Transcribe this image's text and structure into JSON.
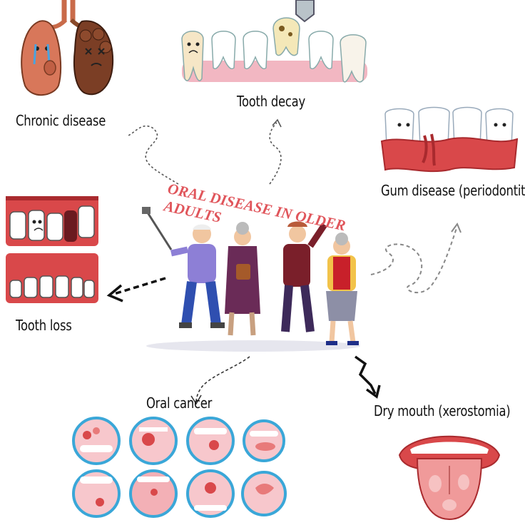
{
  "title": "ORAL DISEASE IN OLDER ADULTS",
  "labels": {
    "chronic_disease": "Chronic disease",
    "tooth_decay": "Tooth decay",
    "gum_disease": "Gum disease (periodontitis)",
    "tooth_loss": "Tooth loss",
    "oral_cancer": "Oral cancer",
    "dry_mouth": "Dry mouth (xerostomia)"
  },
  "icons": {
    "lungs": "lungs-icon",
    "teeth_row": "teeth-row-icon",
    "gums": "gums-icon",
    "tooth_loss_mouth": "tooth-loss-mouth-icon",
    "cancer_circles": "oral-cancer-circle-icon",
    "tongue": "tongue-icon",
    "seniors": "seniors-group-icon"
  },
  "colors": {
    "title": "#e0555b",
    "gum": "#d9484a",
    "gum_dark": "#a92a2e",
    "circle_ring": "#3aa7d8",
    "lung": "#c96b4a",
    "text": "#111111"
  }
}
